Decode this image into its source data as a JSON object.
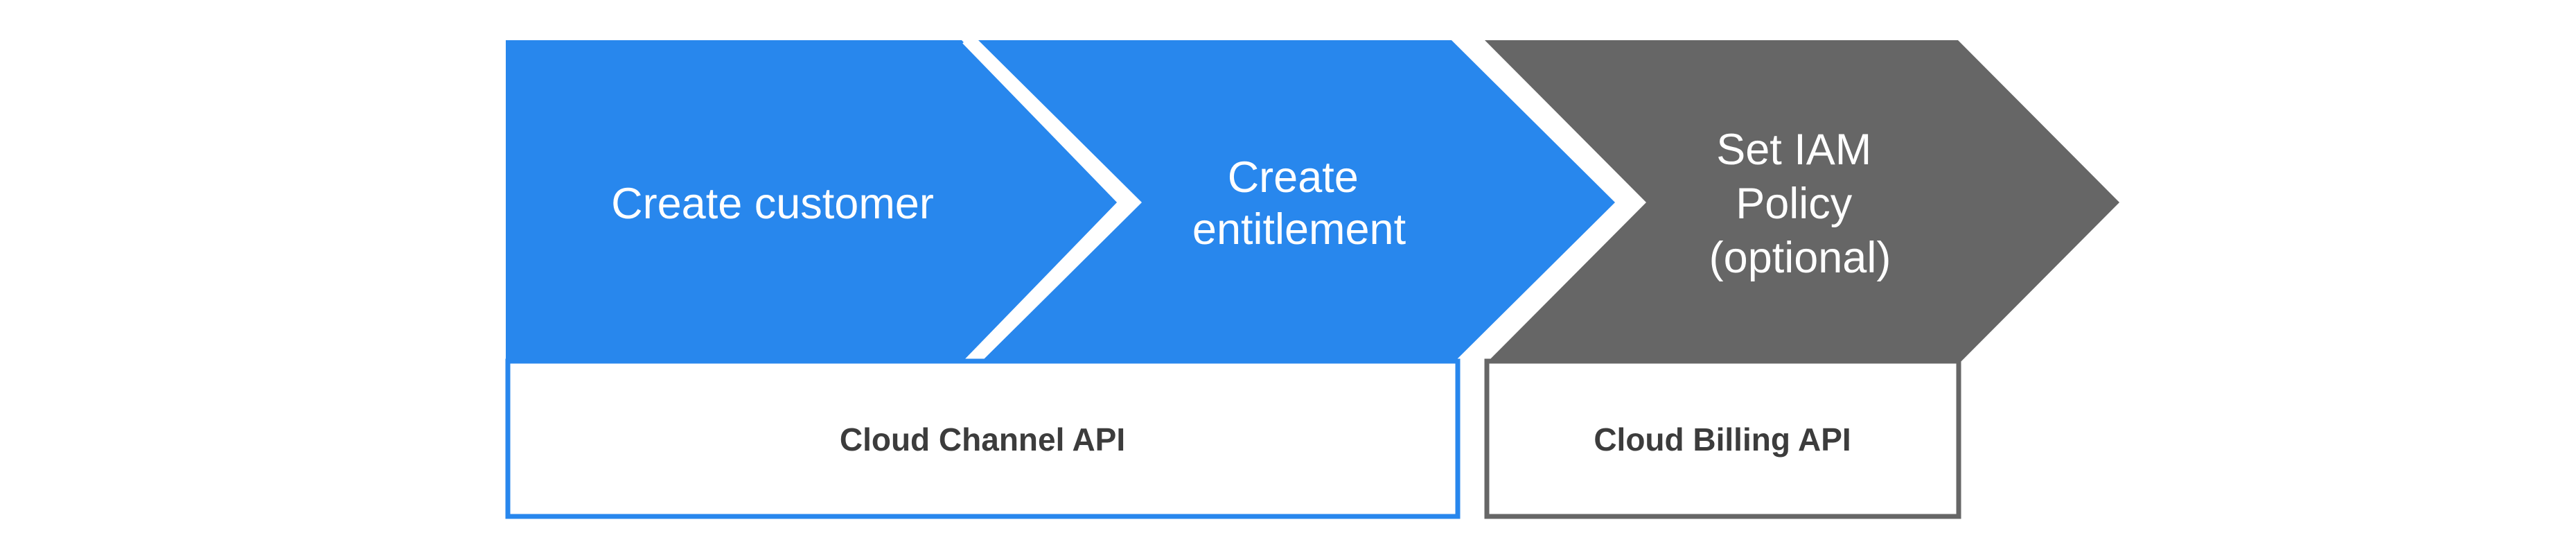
{
  "steps": [
    {
      "lines": [
        "Create customer"
      ],
      "color": "#2887ed"
    },
    {
      "lines": [
        "Create",
        "entitlement"
      ],
      "color": "#2887ed"
    },
    {
      "lines": [
        "Set IAM",
        "Policy",
        "(optional)"
      ],
      "color": "#666666"
    }
  ],
  "apis": [
    {
      "label": "Cloud Channel API",
      "border_color": "#2887ed"
    },
    {
      "label": "Cloud Billing API",
      "border_color": "#666666"
    }
  ],
  "colors": {
    "primary": "#2887ed",
    "secondary": "#666666",
    "api_text": "#3c3c3c",
    "background": "#ffffff"
  }
}
